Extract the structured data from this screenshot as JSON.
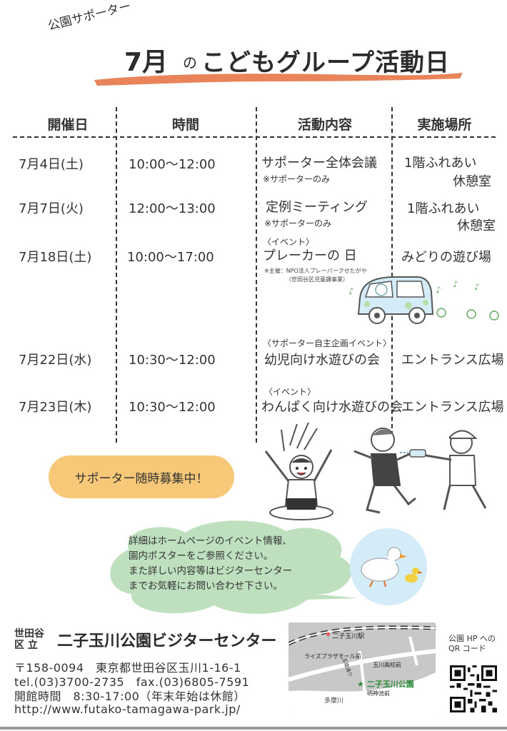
{
  "header": {
    "subtitle": "公園サポーター",
    "month": "7月",
    "no": "の",
    "title": "こどもグループ活動日"
  },
  "table": {
    "columns": [
      "開催日",
      "時間",
      "活動内容",
      "実施場所"
    ],
    "rows": [
      {
        "date": "7月4日(土)",
        "time": "10:00～12:00",
        "tag": "",
        "activity": "サポーター全体会議",
        "note": "※サポーターのみ",
        "place": "1階ふれあい",
        "place2": "休憩室"
      },
      {
        "date": "7月7日(火)",
        "time": "12:00～13:00",
        "tag": "",
        "activity": "定例ミーティング",
        "note": "※サポーターのみ",
        "place": "1階ふれあい",
        "place2": "休憩室"
      },
      {
        "date": "7月18日(土)",
        "time": "10:00～17:00",
        "tag": "〈イベント〉",
        "activity": "プレーカーの 日",
        "note": "※主催：NPO法人プレーパークせたがや",
        "note2": "（世田谷区児童課事業）",
        "place": "みどりの遊び場",
        "place2": ""
      },
      {
        "date": "7月22日(水)",
        "time": "10:30～12:00",
        "tag": "〈サポーター自主企画イベント〉",
        "activity": "幼児向け水遊びの会",
        "note": "",
        "place": "エントランス広場",
        "place2": ""
      },
      {
        "date": "7月23日(木)",
        "time": "10:30～12:00",
        "tag": "〈イベント〉",
        "activity": "わんぱく向け水遊びの会",
        "note": "",
        "place": "エントランス広場",
        "place2": ""
      }
    ]
  },
  "recruit": "サポーター随時募集中！",
  "info_lines": [
    "詳細はホームページのイベント情報、",
    "園内ポスターをご参照ください。",
    "また詳しい内容等はビジターセンター",
    "までお気軽にお問い合わせ下さい。"
  ],
  "footer": {
    "ward_line1": "世田谷",
    "ward_line2": "区 立",
    "org_name": "二子玉川公園ビジターセンター",
    "address": "〒158-0094　東京都世田谷区玉川1-16-1",
    "phone": "tel.(03)3700-2735　fax.(03)6805-7591",
    "hours": "開館時間　8:30-17:00（年末年始は休館）",
    "url": "http://www.futako-tamagawa-park.jp/",
    "qr_label_1": "公園 HP への",
    "qr_label_2": "QR コード"
  },
  "map": {
    "station": "二子玉川駅",
    "mall": "ライズプラザモール前",
    "school": "玉川高校前",
    "park": "★ 二子玉川公園",
    "shrine": "明神池前",
    "river": "多摩川",
    "road": "玉堤通り"
  },
  "colors": {
    "brush": "#e8835a",
    "recruit_bg": "#f6c878",
    "cloud": "#bfe0bf",
    "water": "#d3ecf7"
  }
}
